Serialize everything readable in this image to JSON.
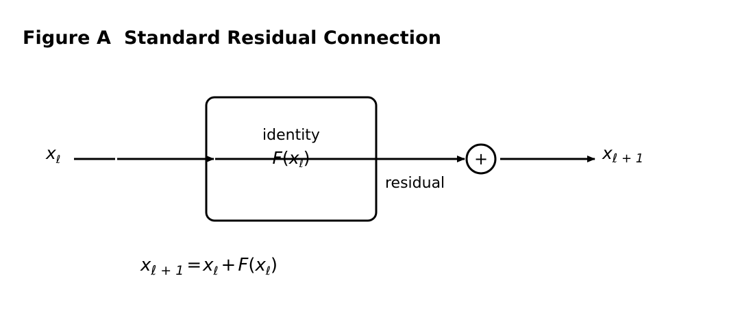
{
  "title": "Figure A  Standard Residual Connection",
  "input": {
    "var": "x",
    "sub": "ℓ"
  },
  "output": {
    "var": "x",
    "sub": "ℓ + 1"
  },
  "block": {
    "label": "identity",
    "func": "F",
    "arg_var": "x",
    "arg_sub": "ℓ"
  },
  "residual_label": "residual",
  "add_symbol": "+",
  "equation": {
    "lhs_var": "x",
    "lhs_sub": "ℓ + 1",
    "equals": "=",
    "r1_var": "x",
    "r1_sub": "ℓ",
    "plus": "+",
    "func": "F",
    "open_paren": "(",
    "arg_var": "x",
    "arg_sub": "ℓ",
    "close_paren": ")"
  }
}
